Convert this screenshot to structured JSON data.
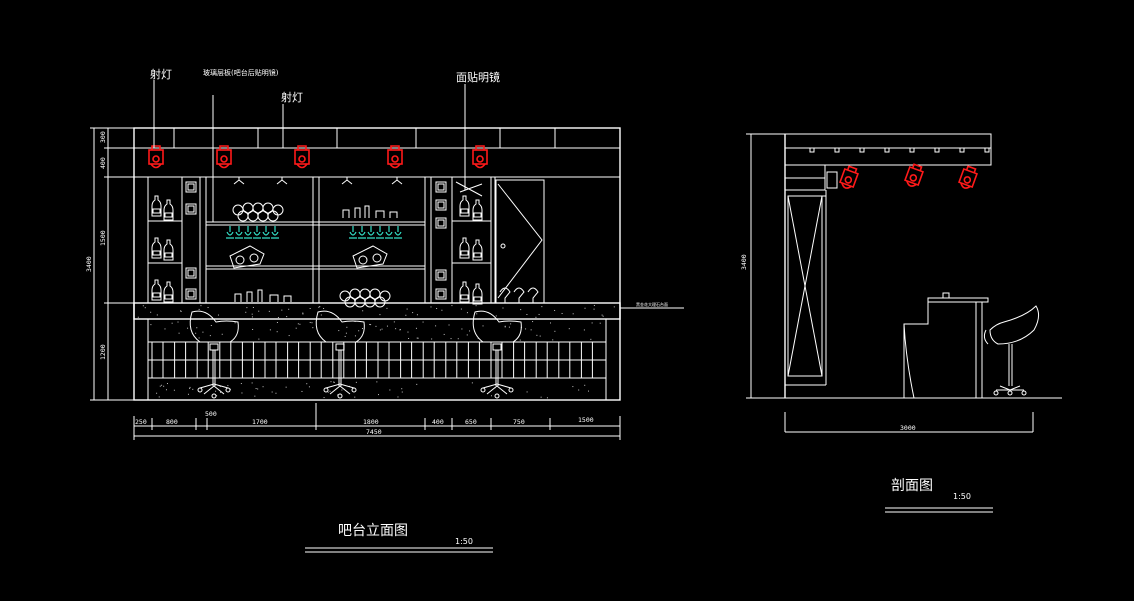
{
  "elevation": {
    "labels": {
      "spotlight_left": "射灯",
      "glass_shelf": "玻璃层板(吧台后贴明镜)",
      "spotlight_mid": "射灯",
      "mirror": "面贴明镜",
      "counter_note": "黑金花大理石台面"
    },
    "left_dims": [
      "300",
      "400",
      "1500",
      "1200"
    ],
    "overall_height": "3400",
    "bottom_dims": [
      "250",
      "800",
      "500",
      "1700",
      "1800",
      "400",
      "650",
      "750",
      "1500"
    ],
    "overall_width": "7450",
    "title": "吧台立面图",
    "scale": "1:50"
  },
  "section": {
    "height_dim": "3400",
    "width_dim": "3000",
    "title": "剖面图",
    "scale": "1:50"
  },
  "colors": {
    "background": "#000000",
    "line": "#ffffff",
    "spotlight": "#ff1a1a",
    "glass": "#33e0c8"
  }
}
